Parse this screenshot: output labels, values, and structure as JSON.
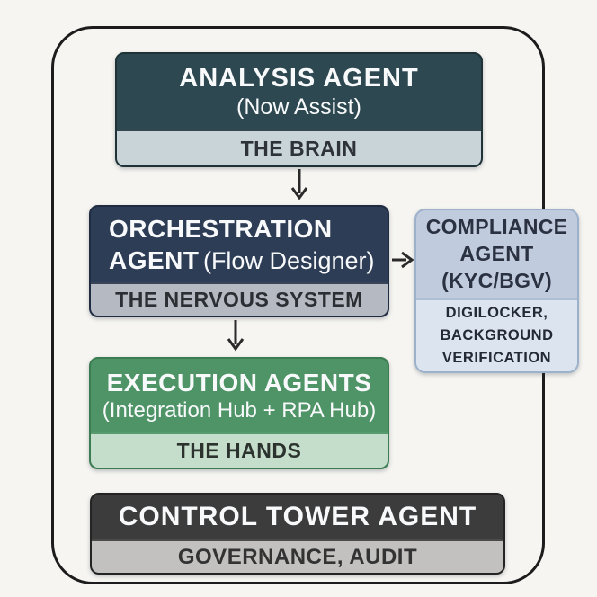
{
  "background_color": "#f6f5f2",
  "frame": {
    "border_color": "#1c1c1c"
  },
  "boxes": {
    "analysis": {
      "title": "ANALYSIS AGENT",
      "subtitle": "(Now Assist)",
      "tag": "THE BRAIN",
      "body_color": "#2d4850",
      "tag_bg_color": "#c9d4d8"
    },
    "orchestration": {
      "title_bold": "ORCHESTRATION AGENT",
      "title_paren": "(Flow Designer)",
      "tag": "THE NERVOUS SYSTEM",
      "body_color": "#2e3d56",
      "tag_bg_color": "#b5b9c1"
    },
    "compliance": {
      "title": "COMPLIANCE AGENT",
      "subtitle": "(KYC/BGV)",
      "tag": "DIGILOCKER, BACKGROUND VERIFICATION",
      "body_color": "#c0cbde",
      "tag_bg_color": "#dce4f0"
    },
    "execution": {
      "title": "EXECUTION AGENTS",
      "subtitle": "(Integration Hub + RPA Hub)",
      "tag": "THE HANDS",
      "body_color": "#4e9466",
      "tag_bg_color": "#c5ddcb"
    },
    "control": {
      "title": "CONTROL TOWER AGENT",
      "tag": "GOVERNANCE, AUDIT",
      "body_color": "#3d3c3c",
      "tag_bg_color": "#c2c1c0"
    }
  },
  "arrows": [
    {
      "from": "analysis-agent",
      "to": "orchestration-agent",
      "direction": "down"
    },
    {
      "from": "orchestration-agent",
      "to": "compliance-agent",
      "direction": "right"
    },
    {
      "from": "orchestration-agent",
      "to": "execution-agents",
      "direction": "down"
    }
  ],
  "arrow_color": "#2a2a2a"
}
